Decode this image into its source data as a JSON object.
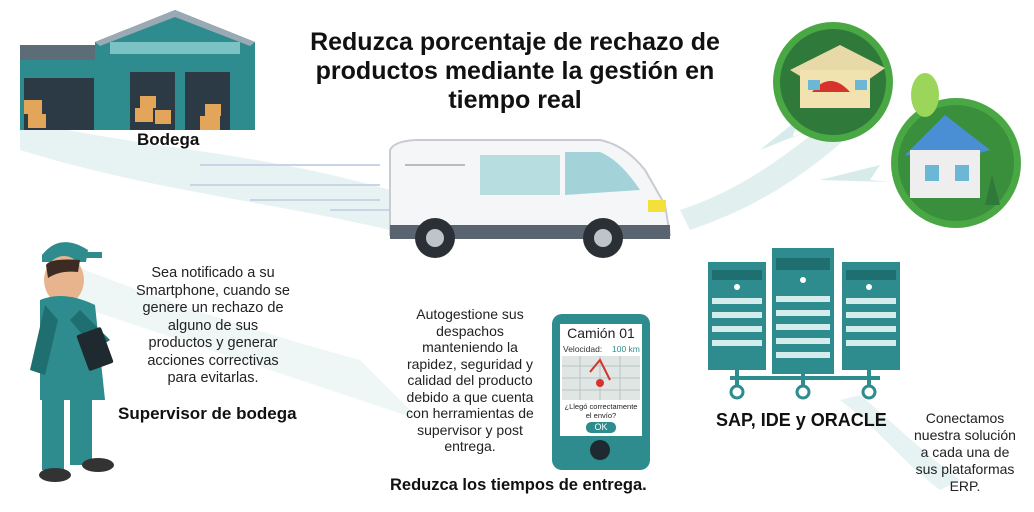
{
  "title_lines": [
    "Reduzca porcentaje de rechazo de",
    "productos mediante la gestión en",
    "tiempo real"
  ],
  "warehouse": {
    "label": "Bodega"
  },
  "supervisor": {
    "text_lines": [
      "Sea notificado a su",
      "Smartphone, cuando se",
      "genere un rechazo de",
      "alguno de sus",
      "productos y generar",
      "acciones correctivas",
      "para evitarlas."
    ],
    "label": "Supervisor de bodega"
  },
  "dispatch": {
    "text_lines": [
      "Autogestione sus",
      "despachos",
      "manteniendo la",
      "rapidez, seguridad y",
      "calidad del producto",
      "debido a que cuenta",
      "con herramientas de",
      "supervisor y post",
      "entrega."
    ],
    "label": "Reduzca los tiempos de entrega."
  },
  "phone": {
    "header": "Camión 01",
    "speed_label": "Velocidad:",
    "speed_value": "100 km",
    "question_lines": [
      "¿Llegó correctamente",
      "el envío?"
    ],
    "ok_button": "OK"
  },
  "erp": {
    "label": "SAP, IDE y ORACLE",
    "text_lines": [
      "Conectamos",
      "nuestra solución",
      "a cada una de",
      "sus plataformas",
      "ERP."
    ]
  },
  "colors": {
    "teal": "#2e8c8e",
    "dark_teal": "#1f6e70",
    "green": "#49a843",
    "light_flow": "#e4f2f1"
  }
}
